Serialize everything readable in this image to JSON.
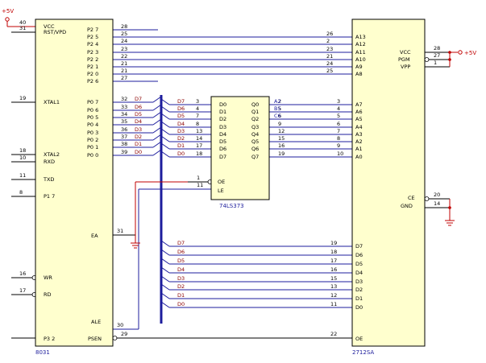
{
  "power": {
    "vcc_label": "+5V"
  },
  "chip8031": {
    "name": "8031",
    "left_pins": [
      {
        "num": "40",
        "label": "VCC"
      },
      {
        "num": "31",
        "label": "RST/VPD"
      },
      {
        "num": "19",
        "label": "XTAL1"
      },
      {
        "num": "18",
        "label": "XTAL2"
      },
      {
        "num": "10",
        "label": "RXD"
      },
      {
        "num": "11",
        "label": "TXD"
      },
      {
        "num": "8",
        "label": "P1 7"
      },
      {
        "num": "16",
        "label": "WR"
      },
      {
        "num": "17",
        "label": "RD"
      }
    ],
    "p2_pins": [
      {
        "num": "28",
        "label": "P2 7"
      },
      {
        "num": "25",
        "label": "P2 5"
      },
      {
        "num": "24",
        "label": "P2 4"
      },
      {
        "num": "23",
        "label": "P2 3"
      },
      {
        "num": "22",
        "label": "P2 2"
      },
      {
        "num": "21",
        "label": "P2 1"
      },
      {
        "num": "21",
        "label": "P2 0"
      },
      {
        "num": "27",
        "label": "P2 6"
      }
    ],
    "p0_pins": [
      {
        "num": "32",
        "label": "P0 7",
        "bus": "D7"
      },
      {
        "num": "33",
        "label": "P0 6",
        "bus": "D6"
      },
      {
        "num": "34",
        "label": "P0 5",
        "bus": "D5"
      },
      {
        "num": "35",
        "label": "P0 4",
        "bus": "D4"
      },
      {
        "num": "36",
        "label": "P0 3",
        "bus": "D3"
      },
      {
        "num": "37",
        "label": "P0 2",
        "bus": "D2"
      },
      {
        "num": "38",
        "label": "P0 1",
        "bus": "D1"
      },
      {
        "num": "39",
        "label": "P0 0",
        "bus": "D0"
      }
    ],
    "ea": {
      "num": "31",
      "label": "EA"
    },
    "ale": {
      "num": "30",
      "label": "ALE"
    },
    "psen": {
      "num": "29",
      "label": "PSEN"
    },
    "p32_label": "P3 2"
  },
  "latch": {
    "name": "74LS373",
    "d_pins": [
      {
        "bus": "D7",
        "num": "3",
        "label": "D0",
        "qnum": "2",
        "qlabel": "Q0",
        "addr": "A2"
      },
      {
        "bus": "D6",
        "num": "4",
        "label": "D1",
        "qnum": "5",
        "qlabel": "Q1",
        "addr": "B5"
      },
      {
        "bus": "D5",
        "num": "7",
        "label": "D2",
        "qnum": "6",
        "qlabel": "Q2",
        "addr": "C6"
      },
      {
        "bus": "D4",
        "num": "8",
        "label": "D3",
        "qnum": "9",
        "qlabel": "Q3",
        "addr": ""
      },
      {
        "bus": "D3",
        "num": "13",
        "label": "D4",
        "qnum": "12",
        "qlabel": "Q4",
        "addr": ""
      },
      {
        "bus": "D2",
        "num": "14",
        "label": "D5",
        "qnum": "15",
        "qlabel": "Q5",
        "addr": ""
      },
      {
        "bus": "D1",
        "num": "17",
        "label": "D6",
        "qnum": "16",
        "qlabel": "Q6",
        "addr": ""
      },
      {
        "bus": "D0",
        "num": "18",
        "label": "D7",
        "qnum": "19",
        "qlabel": "Q7",
        "addr": ""
      }
    ],
    "oe": {
      "num": "1",
      "label": "OE"
    },
    "le": {
      "num": "11",
      "label": "LE"
    }
  },
  "eprom": {
    "name": "2712SA",
    "high_addr": [
      {
        "num": "26",
        "label": "A13"
      },
      {
        "num": "2",
        "label": "A12"
      },
      {
        "num": "23",
        "label": "A11"
      },
      {
        "num": "21",
        "label": "A10"
      },
      {
        "num": "24",
        "label": "A9"
      },
      {
        "num": "25",
        "label": "A8"
      }
    ],
    "low_addr": [
      {
        "num": "3",
        "label": "A7"
      },
      {
        "num": "4",
        "label": "A6"
      },
      {
        "num": "5",
        "label": "A5"
      },
      {
        "num": "6",
        "label": "A4"
      },
      {
        "num": "7",
        "label": "A3"
      },
      {
        "num": "8",
        "label": "A2"
      },
      {
        "num": "9",
        "label": "A1"
      },
      {
        "num": "10",
        "label": "A0"
      }
    ],
    "data": [
      {
        "bus": "D7",
        "num": "19",
        "label": "D7"
      },
      {
        "bus": "D6",
        "num": "18",
        "label": "D6"
      },
      {
        "bus": "D5",
        "num": "17",
        "label": "D5"
      },
      {
        "bus": "D4",
        "num": "16",
        "label": "D4"
      },
      {
        "bus": "D3",
        "num": "15",
        "label": "D3"
      },
      {
        "bus": "D2",
        "num": "13",
        "label": "D2"
      },
      {
        "bus": "D1",
        "num": "12",
        "label": "D1"
      },
      {
        "bus": "D0",
        "num": "11",
        "label": "D0"
      }
    ],
    "right_pins": [
      {
        "num": "28",
        "label": "VCC"
      },
      {
        "num": "27",
        "label": "PGM"
      },
      {
        "num": "1",
        "label": "VPP"
      },
      {
        "num": "20",
        "label": "CE"
      },
      {
        "num": "14",
        "label": "GND"
      }
    ],
    "oe": {
      "num": "22",
      "label": "OE"
    }
  }
}
